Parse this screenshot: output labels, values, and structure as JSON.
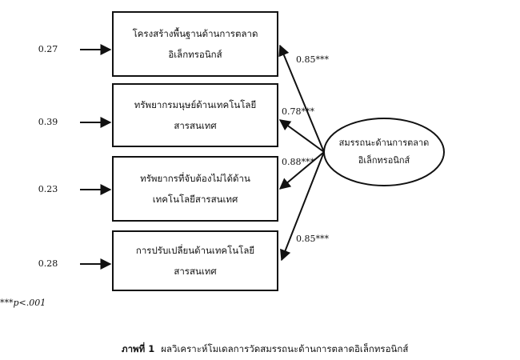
{
  "indicators": [
    {
      "line1": "โครงสร้างพื้นฐานด้านการตลาด",
      "line2": "อิเล็กทรอนิกส์",
      "error": "0.27",
      "loading": "0.85***"
    },
    {
      "line1": "ทรัพยากรมนุษย์ด้านเทคโนโลยี",
      "line2": "สารสนเทศ",
      "error": "0.39",
      "loading": "0.78***"
    },
    {
      "line1": "ทรัพยากรที่จับต้องไม่ได้ด้าน",
      "line2": "เทคโนโลยีสารสนเทศ",
      "error": "0.23",
      "loading": "0.88***"
    },
    {
      "line1": "การปรับเปลี่ยนด้านเทคโนโลยี",
      "line2": "สารสนเทศ",
      "error": "0.28",
      "loading": "0.85***"
    }
  ],
  "latent": {
    "line1": "สมรรถนะด้านการตลาด",
    "line2": "อิเล็กทรอนิกส์"
  },
  "note": "***p<.001",
  "caption": {
    "label": "ภาพที่ 1",
    "text": "ผลวิเคราะห์โมเดลการวัดสมรรถนะด้านการตลาดอิเล็กทรอนิกส์"
  }
}
